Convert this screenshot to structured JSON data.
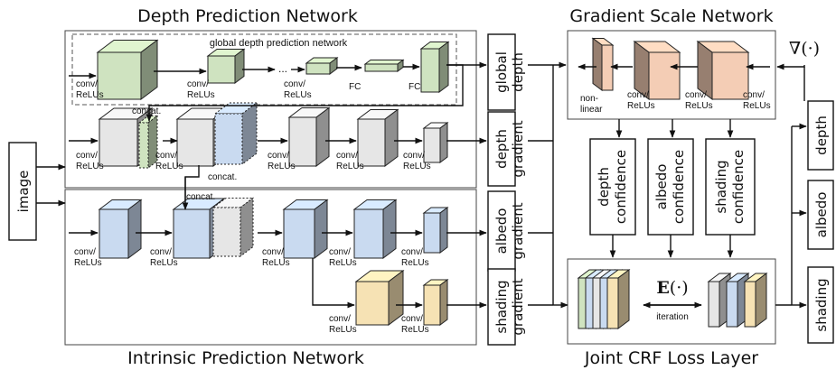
{
  "titles": {
    "depth_net": "Depth Prediction Network",
    "gradient_scale_net": "Gradient Scale Network",
    "intrinsic_net": "Intrinsic Prediction Network",
    "crf_layer": "Joint CRF Loss Layer"
  },
  "global_box_label": "global depth prediction network",
  "layer_labels": {
    "conv": "conv/",
    "relus": "ReLUs",
    "fc": "FC",
    "concat": "concat.",
    "ellipsis": "...",
    "nonlinear_1": "non-",
    "nonlinear_2": "linear",
    "iteration": "iteration"
  },
  "input": {
    "image": "image"
  },
  "mid_outputs": {
    "global_depth": [
      "global",
      "depth"
    ],
    "depth_gradient": [
      "depth",
      "gradient"
    ],
    "albedo_gradient": [
      "albedo",
      "gradient"
    ],
    "shading_gradient": [
      "shading",
      "gradient"
    ]
  },
  "confidences": {
    "depth": [
      "depth",
      "confidence"
    ],
    "albedo": [
      "albedo",
      "confidence"
    ],
    "shading": [
      "shading",
      "confidence"
    ]
  },
  "final_outputs": {
    "depth": "depth",
    "albedo": "albedo",
    "shading": "shading"
  },
  "math": {
    "gradient_op": "∇(·)",
    "energy_E": "E",
    "energy_arg": "(·)"
  },
  "colors": {
    "green": "#cfe3c0",
    "gray": "#e6e6e6",
    "blue": "#c9daf0",
    "peach": "#f4cdb5",
    "yellow": "#f6e2b4"
  }
}
